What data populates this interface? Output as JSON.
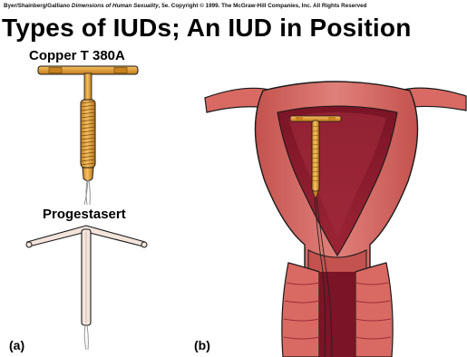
{
  "header": {
    "credit_authors": "Byer/Shainberg/Galliano",
    "credit_book": "Dimensions of Human Sexuality",
    "credit_rest": ", 5e. Copyright © 1999. The McGraw-Hill Companies, Inc. All Rights Reserved",
    "title": "Types of IUDs; An IUD in Position"
  },
  "devices": {
    "copper_label": "Copper T 380A",
    "progestasert_label": "Progestasert"
  },
  "panels": {
    "a_label": "(a)",
    "b_label": "(b)"
  },
  "colors": {
    "copper_gold": "#e8a53a",
    "copper_dark": "#b06f14",
    "progestasert_fill": "#f3e4dc",
    "uterus_wall": "#d96a63",
    "uterus_cavity": "#8b1a2c",
    "outline": "#1a1a1a"
  }
}
